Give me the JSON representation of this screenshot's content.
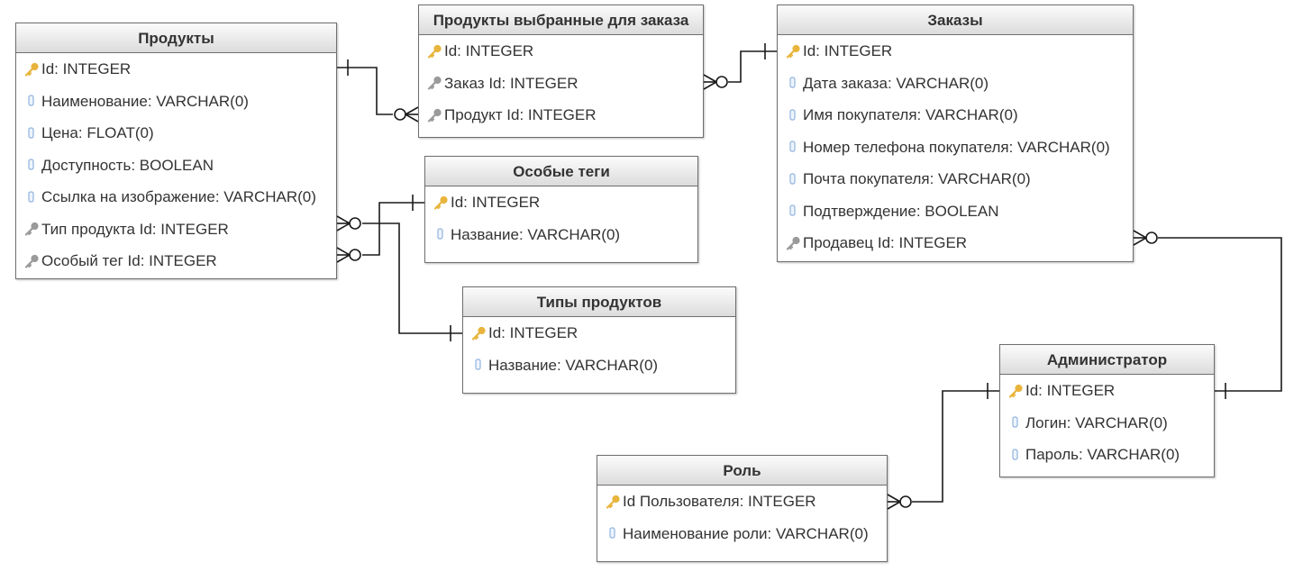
{
  "colors": {
    "line": "#1a1a1a",
    "pk_key": "#e8b43c",
    "fk_key": "#9a9a9a",
    "column": "#8fb3e0",
    "header_top": "#fbfbfb",
    "header_bottom": "#dcdcdc"
  },
  "icons": {
    "pk": "gold-key-icon",
    "fk": "gray-key-icon",
    "col": "column-icon"
  },
  "entities": [
    {
      "id": "products",
      "title": "Продукты",
      "fields": [
        {
          "kind": "pk",
          "text": "Id: INTEGER"
        },
        {
          "kind": "col",
          "text": "Наименование: VARCHAR(0)"
        },
        {
          "kind": "col",
          "text": "Цена: FLOAT(0)"
        },
        {
          "kind": "col",
          "text": "Доступность: BOOLEAN"
        },
        {
          "kind": "col",
          "text": "Ссылка на изображение: VARCHAR(0)"
        },
        {
          "kind": "fk",
          "text": "Тип продукта Id: INTEGER"
        },
        {
          "kind": "fk",
          "text": "Особый тег Id: INTEGER"
        }
      ]
    },
    {
      "id": "order-products",
      "title": "Продукты выбранные для заказа",
      "fields": [
        {
          "kind": "pk",
          "text": "Id: INTEGER"
        },
        {
          "kind": "fk",
          "text": "Заказ Id: INTEGER"
        },
        {
          "kind": "fk",
          "text": "Продукт Id: INTEGER"
        }
      ]
    },
    {
      "id": "orders",
      "title": "Заказы",
      "fields": [
        {
          "kind": "pk",
          "text": "Id: INTEGER"
        },
        {
          "kind": "col",
          "text": "Дата заказа: VARCHAR(0)"
        },
        {
          "kind": "col",
          "text": "Имя покупателя: VARCHAR(0)"
        },
        {
          "kind": "col",
          "text": "Номер телефона покупателя: VARCHAR(0)"
        },
        {
          "kind": "col",
          "text": "Почта покупателя: VARCHAR(0)"
        },
        {
          "kind": "col",
          "text": "Подтверждение: BOOLEAN"
        },
        {
          "kind": "fk",
          "text": "Продавец Id: INTEGER"
        }
      ]
    },
    {
      "id": "special-tags",
      "title": "Особые теги",
      "fields": [
        {
          "kind": "pk",
          "text": "Id: INTEGER"
        },
        {
          "kind": "col",
          "text": "Название: VARCHAR(0)"
        }
      ]
    },
    {
      "id": "product-types",
      "title": "Типы продуктов",
      "fields": [
        {
          "kind": "pk",
          "text": "Id: INTEGER"
        },
        {
          "kind": "col",
          "text": "Название: VARCHAR(0)"
        }
      ]
    },
    {
      "id": "administrator",
      "title": "Администратор",
      "fields": [
        {
          "kind": "pk",
          "text": "Id: INTEGER"
        },
        {
          "kind": "col",
          "text": "Логин: VARCHAR(0)"
        },
        {
          "kind": "col",
          "text": "Пароль: VARCHAR(0)"
        }
      ]
    },
    {
      "id": "role",
      "title": "Роль",
      "fields": [
        {
          "kind": "pk",
          "text": "Id Пользователя: INTEGER"
        },
        {
          "kind": "col",
          "text": "Наименование роли: VARCHAR(0)"
        }
      ]
    }
  ],
  "relations": [
    {
      "id": "products-to-order-products",
      "one": "products.Id",
      "many": "order-products.Продукт Id"
    },
    {
      "id": "orders-to-order-products",
      "one": "orders.Id",
      "many": "order-products.Заказ Id"
    },
    {
      "id": "special-tags-to-products",
      "one": "special-tags.Id",
      "many": "products.Особый тег Id"
    },
    {
      "id": "product-types-to-products",
      "one": "product-types.Id",
      "many": "products.Тип продукта Id"
    },
    {
      "id": "administrator-to-orders",
      "one": "administrator.Id",
      "many": "orders.Продавец Id"
    },
    {
      "id": "administrator-to-role",
      "one": "administrator.Id",
      "many": "role.Id Пользователя"
    }
  ]
}
